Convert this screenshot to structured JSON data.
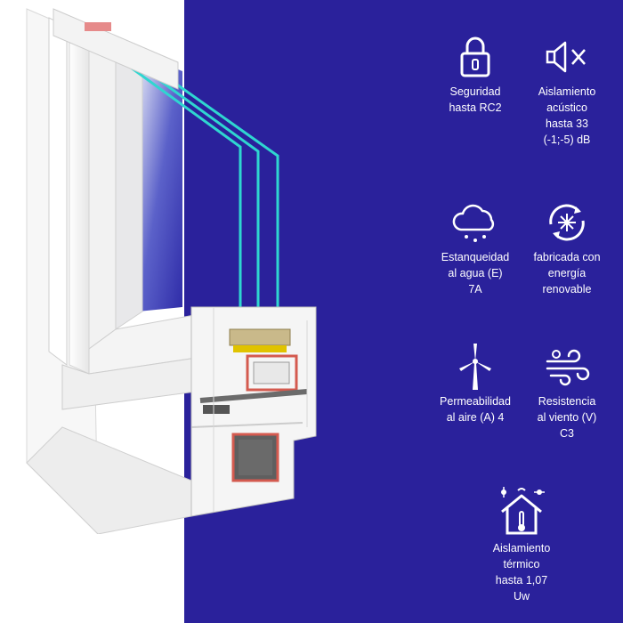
{
  "colors": {
    "panel_bg": "#2a219b",
    "glass_edge": "#2fd6d0",
    "frame": "#f4f4f4"
  },
  "features": [
    {
      "id": "security",
      "icon": "padlock-icon",
      "label": "Seguridad\nhasta RC2"
    },
    {
      "id": "acoustic",
      "icon": "speaker-muted-icon",
      "label": "Aislamiento\nacústico\nhasta 33\n(-1;-5) dB"
    },
    {
      "id": "water",
      "icon": "rain-cloud-icon",
      "label": "Estanqueidad\nal agua (E)\n7A"
    },
    {
      "id": "energy",
      "icon": "renewable-energy-icon",
      "label": "fabricada con\nenergía\nrenovable"
    },
    {
      "id": "air",
      "icon": "wind-turbine-icon",
      "label": "Permeabilidad\nal aire (A) 4"
    },
    {
      "id": "wind",
      "icon": "wind-icon",
      "label": "Resistencia\nal viento (V)\nC3"
    },
    {
      "id": "thermal",
      "icon": "house-thermometer-icon",
      "label": "Aislamiento\ntérmico\nhasta 1,07\nUw"
    }
  ]
}
